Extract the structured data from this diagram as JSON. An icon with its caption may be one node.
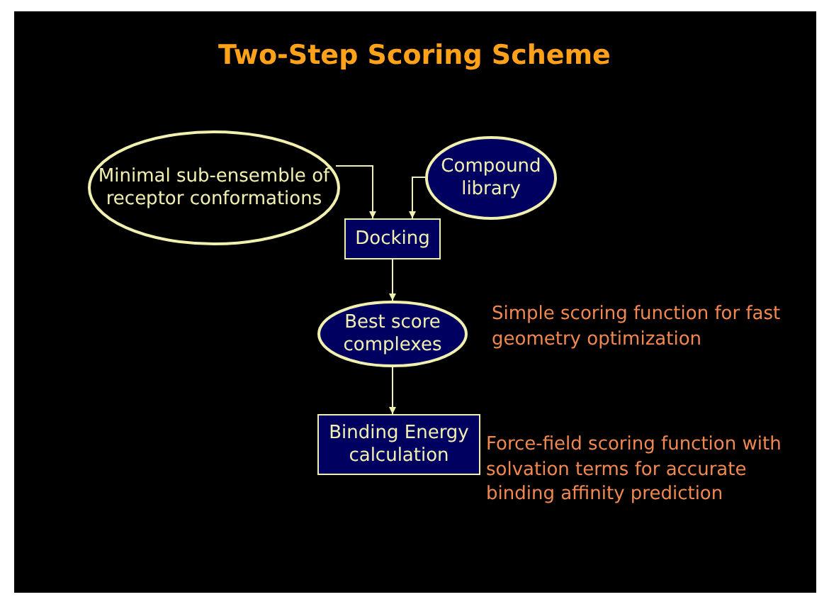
{
  "diagram": {
    "title": "Two-Step Scoring Scheme",
    "nodes": [
      {
        "text": [
          "Minimal sub-ensemble of receptor conformations"
        ]
      },
      {
        "text": [
          "Compound library"
        ]
      },
      {
        "text": [
          "Docking"
        ]
      },
      {
        "text": [
          "Best score complexes"
        ],
        "beside": [
          "Simple scoring function for fast geometry optimization"
        ]
      },
      {
        "text": [
          "Binding Energy calculation"
        ],
        "beside": [
          "Force-field scoring function with solvation terms for accurate binding affinity prediction"
        ]
      }
    ],
    "edges": [
      {
        "from": 0,
        "to": 2,
        "arrow": "to"
      },
      {
        "from": 1,
        "to": 2,
        "arrow": "to"
      },
      {
        "from": 2,
        "to": 3,
        "arrow": "to"
      },
      {
        "from": 3,
        "to": 4,
        "arrow": "to"
      }
    ]
  }
}
